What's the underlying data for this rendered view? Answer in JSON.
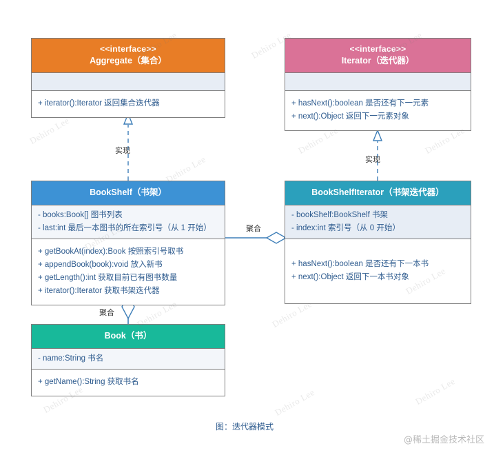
{
  "diagram": {
    "caption": "图：迭代器模式",
    "watermark_brand": "@稀土掘金技术社区",
    "watermark_text": "Dehiro Lee",
    "colors": {
      "aggregate_header": "#e87d26",
      "iterator_header": "#da7297",
      "bookshelf_header": "#3d92d5",
      "bookshelfiterator_header": "#2ba0bc",
      "book_header": "#18b99a",
      "connector": "#3d7eb8",
      "text": "#2f5c8f",
      "border": "#7e7e7e"
    }
  },
  "classes": {
    "aggregate": {
      "stereotype": "<<interface>>",
      "name": "Aggregate（集合）",
      "attributes": [],
      "methods": [
        "+ iterator():Iterator 返回集合迭代器"
      ]
    },
    "iterator": {
      "stereotype": "<<interface>>",
      "name": "Iterator（迭代器）",
      "attributes": [],
      "methods": [
        "+ hasNext():boolean 是否还有下一元素",
        "+ next():Object 返回下一元素对象"
      ]
    },
    "bookshelf": {
      "stereotype": "",
      "name": "BookShelf（书架）",
      "attributes": [
        "- books:Book[] 图书列表",
        "- last:int 最后一本图书的所在索引号（从 1 开始）"
      ],
      "methods": [
        "+ getBookAt(index):Book  按照索引号取书",
        "+ appendBook(book):void   放入新书",
        "+ getLength():int  获取目前已有图书数量",
        "+ iterator():Iterator 获取书架迭代器"
      ]
    },
    "bookshelfiterator": {
      "stereotype": "",
      "name": "BookShelfIterator（书架迭代器）",
      "attributes": [
        "- bookShelf:BookShelf 书架",
        "- index:int 索引号（从 0 开始）"
      ],
      "methods": [
        "+ hasNext():boolean 是否还有下一本书",
        "+ next():Object 返回下一本书对象"
      ]
    },
    "book": {
      "stereotype": "",
      "name": "Book（书）",
      "attributes": [
        "- name:String 书名"
      ],
      "methods": [
        "+ getName():String 获取书名"
      ]
    }
  },
  "relations": {
    "bookshelf_implements_aggregate": "实现",
    "bookshelfiterator_implements_iterator": "实现",
    "bookshelf_aggregates_iterator": "聚合",
    "bookshelf_aggregates_book": "聚合"
  }
}
